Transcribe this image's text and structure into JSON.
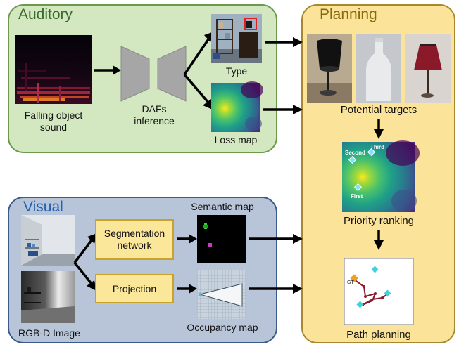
{
  "auditory": {
    "title": "Auditory",
    "sound_label": "Falling object\nsound",
    "dafs_label": "DAFs\ninference",
    "type_label": "Type",
    "loss_map_label": "Loss map"
  },
  "visual": {
    "title": "Visual",
    "rgbd_label": "RGB-D Image",
    "segmentation_label": "Segmentation\nnetwork",
    "projection_label": "Projection",
    "semantic_map_label": "Semantic map",
    "occupancy_map_label": "Occupancy map"
  },
  "planning": {
    "title": "Planning",
    "potential_targets_label": "Potential targets",
    "priority_ranking_label": "Priority ranking",
    "path_planning_label": "Path planning",
    "rank_labels": {
      "first": "First",
      "second": "Second",
      "third": "Third"
    },
    "gt_label": "GT"
  },
  "colors": {
    "auditory_fill": "#d3e8c1",
    "auditory_border": "#6a9a4a",
    "auditory_title": "#3a6a2a",
    "visual_fill": "#b8c5d9",
    "visual_border": "#3a5a8a",
    "visual_title": "#2060b0",
    "planning_fill": "#fbe49a",
    "planning_border": "#a7882e",
    "planning_title": "#8a6a10"
  }
}
